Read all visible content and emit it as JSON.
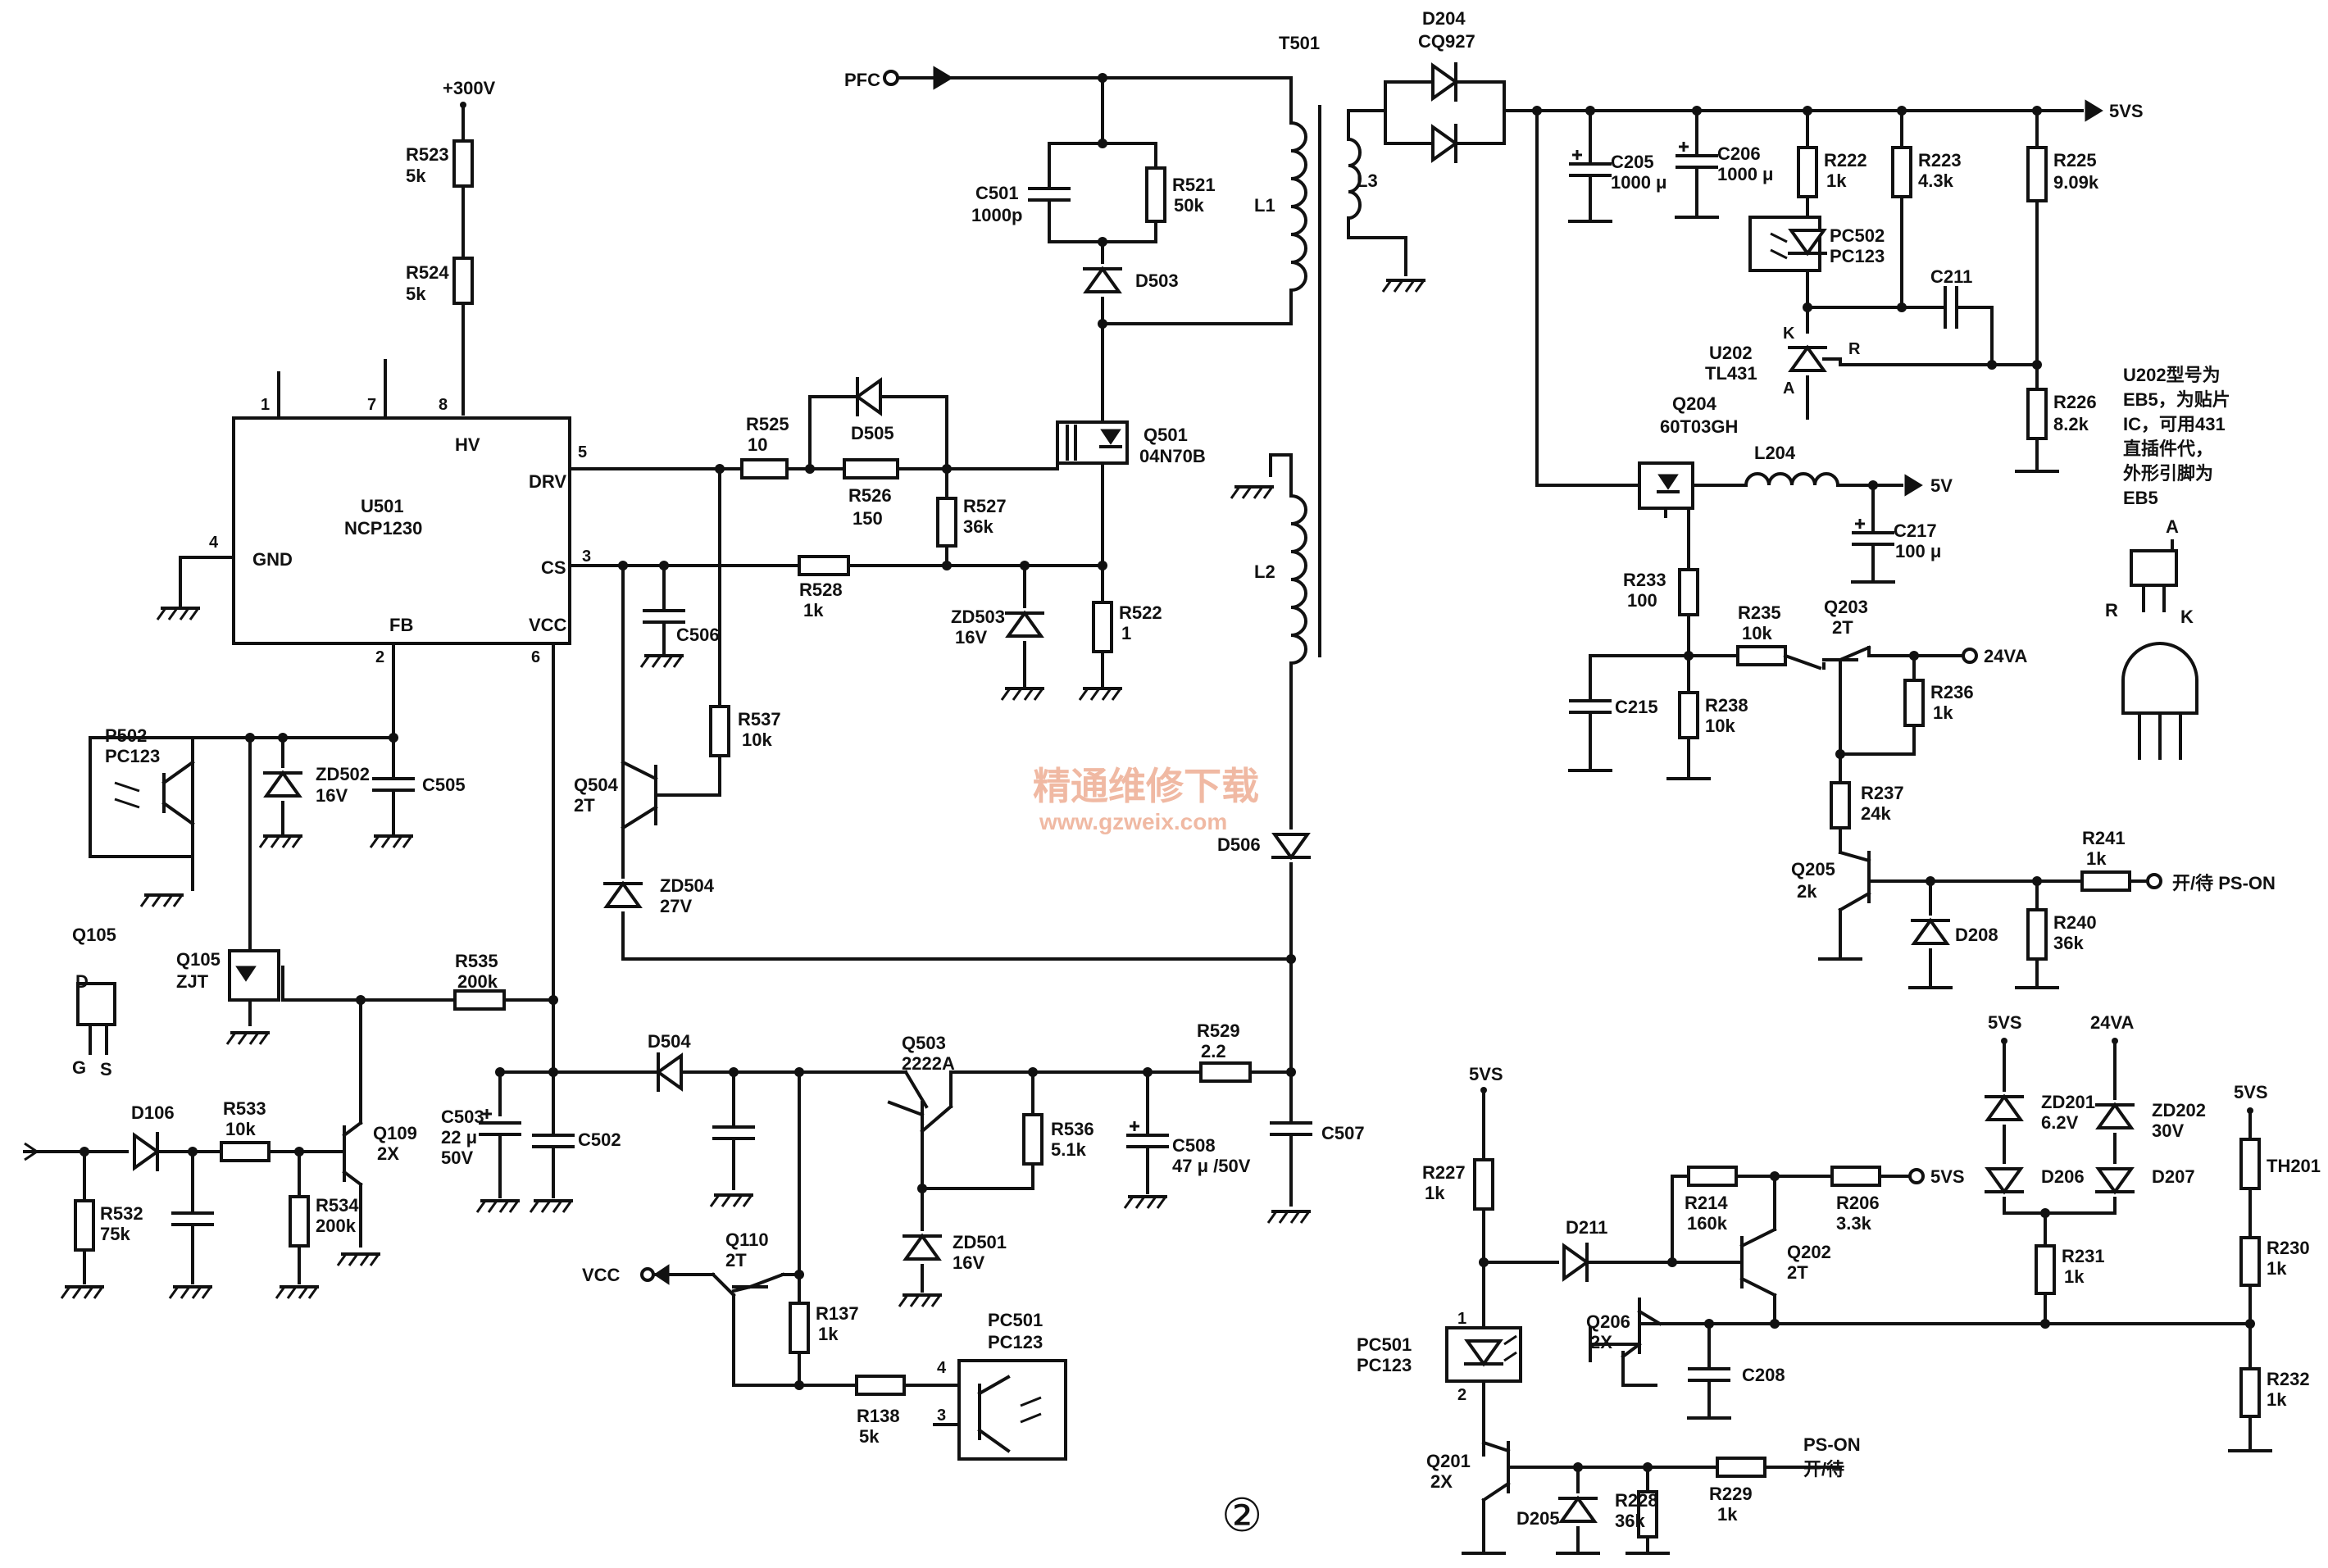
{
  "power": {
    "v300": "+300V",
    "pfc": "PFC",
    "vs5": "5VS",
    "v5": "5V",
    "v24": "24VA",
    "vcc": "VCC",
    "pson_label": "开/待 PS-ON",
    "pson2": "PS-ON",
    "pson2_cn": "开/待"
  },
  "ic": {
    "ref": "U501",
    "part": "NCP1230",
    "pin_hv": "HV",
    "pin_drv": "DRV",
    "pin_cs": "CS",
    "pin_gnd": "GND",
    "pin_fb": "FB",
    "pin_vcc": "VCC",
    "n1": "1",
    "n7": "7",
    "n8": "8",
    "n5": "5",
    "n3": "3",
    "n4": "4",
    "n2": "2",
    "n6": "6"
  },
  "transformer": {
    "ref": "T501",
    "l1": "L1",
    "l2": "L2",
    "l3": "L3"
  },
  "parts": {
    "R523": [
      "R523",
      "5k"
    ],
    "R524": [
      "R524",
      "5k"
    ],
    "C501": [
      "C501",
      "1000p"
    ],
    "R521": [
      "R521",
      "50k"
    ],
    "D503": [
      "D503"
    ],
    "D505": [
      "D505"
    ],
    "R525": [
      "R525",
      "10"
    ],
    "R526": [
      "R526",
      "150"
    ],
    "R527": [
      "R527",
      "36k"
    ],
    "Q501": [
      "Q501",
      "04N70B"
    ],
    "R528": [
      "R528",
      "1k"
    ],
    "ZD503": [
      "ZD503",
      "16V"
    ],
    "R522": [
      "R522",
      "1"
    ],
    "C506": [
      "C506"
    ],
    "R537": [
      "R537",
      "10k"
    ],
    "Q504": [
      "Q504",
      "2T"
    ],
    "ZD504": [
      "ZD504",
      "27V"
    ],
    "D506": [
      "D506"
    ],
    "P502": [
      "P502",
      "PC123"
    ],
    "ZD502": [
      "ZD502",
      "16V"
    ],
    "C505": [
      "C505"
    ],
    "Q105": [
      "Q105",
      "ZJT"
    ],
    "Q105b": [
      "Q105",
      "D",
      "G",
      "S"
    ],
    "R535": [
      "R535",
      "200k"
    ],
    "D106": [
      "D106"
    ],
    "R533": [
      "R533",
      "10k"
    ],
    "Q109": [
      "Q109",
      "2X"
    ],
    "R532": [
      "R532",
      "75k"
    ],
    "R534": [
      "R534",
      "200k"
    ],
    "C503": [
      "C503",
      "22 μ",
      "50V"
    ],
    "C502": [
      "C502"
    ],
    "D504": [
      "D504"
    ],
    "Q503": [
      "Q503",
      "2222A"
    ],
    "R529": [
      "R529",
      "2.2"
    ],
    "R536": [
      "R536",
      "5.1k"
    ],
    "C508": [
      "C508",
      "47 μ /50V"
    ],
    "C507": [
      "C507"
    ],
    "ZD501": [
      "ZD501",
      "16V"
    ],
    "Q110": [
      "Q110",
      "2T"
    ],
    "R137": [
      "R137",
      "1k"
    ],
    "R138": [
      "R138",
      "5k"
    ],
    "PC501": [
      "PC501",
      "PC123",
      "4",
      "3"
    ],
    "D204": [
      "D204",
      "CQ927"
    ],
    "C205": [
      "C205",
      "1000 μ"
    ],
    "C206": [
      "C206",
      "1000 μ"
    ],
    "R222": [
      "R222",
      "1k"
    ],
    "R223": [
      "R223",
      "4.3k"
    ],
    "R225": [
      "R225",
      "9.09k"
    ],
    "PC502": [
      "PC502",
      "PC123"
    ],
    "C211": [
      "C211"
    ],
    "U202": [
      "U202",
      "TL431",
      "K",
      "R",
      "A"
    ],
    "R226": [
      "R226",
      "8.2k"
    ],
    "Q204": [
      "Q204",
      "60T03GH"
    ],
    "L204": [
      "L204"
    ],
    "C217": [
      "C217",
      "100 μ"
    ],
    "R233": [
      "R233",
      "100"
    ],
    "R235": [
      "R235",
      "10k"
    ],
    "Q203": [
      "Q203",
      "2T"
    ],
    "C215": [
      "C215"
    ],
    "R238": [
      "R238",
      "10k"
    ],
    "R236": [
      "R236",
      "1k"
    ],
    "R237": [
      "R237",
      "24k"
    ],
    "Q205": [
      "Q205",
      "2k"
    ],
    "D208": [
      "D208"
    ],
    "R241": [
      "R241",
      "1k"
    ],
    "R240": [
      "R240",
      "36k"
    ],
    "R227": [
      "R227",
      "1k"
    ],
    "D211": [
      "D211"
    ],
    "R214": [
      "R214",
      "160k"
    ],
    "R206": [
      "R206",
      "3.3k"
    ],
    "Q202": [
      "Q202",
      "2T"
    ],
    "Q206": [
      "Q206",
      "2X"
    ],
    "C208": [
      "C208"
    ],
    "PC501b": [
      "PC501",
      "PC123",
      "1",
      "2"
    ],
    "Q201": [
      "Q201",
      "2X"
    ],
    "D205": [
      "D205"
    ],
    "R228": [
      "R228",
      "36k"
    ],
    "R229": [
      "R229",
      "1k"
    ],
    "ZD201": [
      "ZD201",
      "6.2V"
    ],
    "ZD202": [
      "ZD202",
      "30V"
    ],
    "D206": [
      "D206"
    ],
    "D207": [
      "D207"
    ],
    "R231": [
      "R231",
      "1k"
    ],
    "TH201": [
      "TH201"
    ],
    "R230": [
      "R230",
      "1k"
    ],
    "R232": [
      "R232",
      "1k"
    ]
  },
  "note": {
    "lines": [
      "U202型号为",
      "EB5，为贴片",
      "IC，可用431",
      "直插件代，",
      "外形引脚为",
      "EB5"
    ],
    "pin_a": "A",
    "pin_r": "R",
    "pin_k": "K"
  },
  "watermark": {
    "cn": "精通维修下载",
    "url": "www.gzweix.com"
  },
  "figure_number": "②"
}
